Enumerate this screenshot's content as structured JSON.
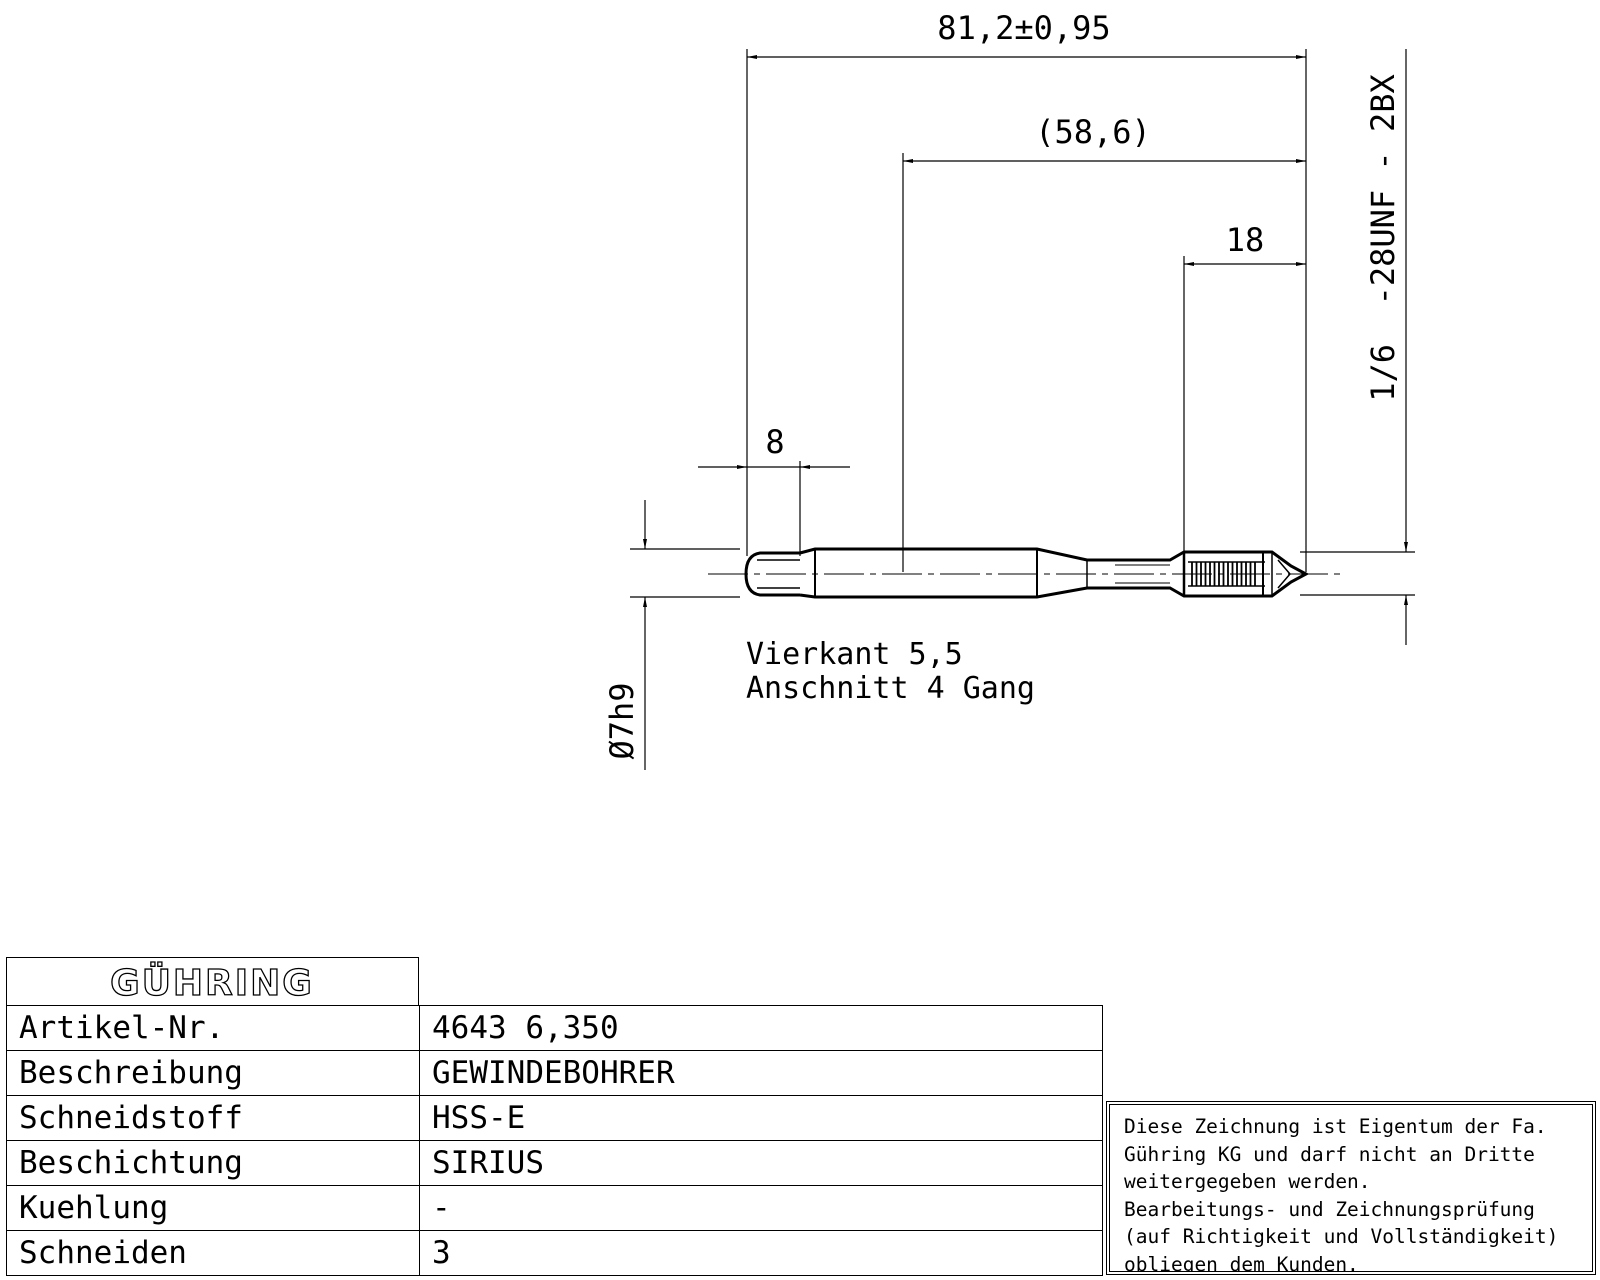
{
  "drawing": {
    "dimensions": {
      "overall_length": "81,2±0,95",
      "thread_body_length": "(58,6)",
      "thread_length": "18",
      "square_length": "8",
      "thread_spec": "1/6  -28UNF - 2BX",
      "shank_diameter": "Ø7h9"
    },
    "notes": {
      "line1": "Vierkant 5,5",
      "line2": "Anschnitt 4 Gang"
    }
  },
  "title_block": {
    "logo": "GÜHRING",
    "rows": [
      {
        "label": "Artikel-Nr.",
        "value": "4643 6,350"
      },
      {
        "label": "Beschreibung",
        "value": "GEWINDEBOHRER"
      },
      {
        "label": "Schneidstoff",
        "value": "HSS-E"
      },
      {
        "label": "Beschichtung",
        "value": "SIRIUS"
      },
      {
        "label": "Kuehlung",
        "value": "-"
      },
      {
        "label": "Schneiden",
        "value": "3"
      }
    ],
    "disclaimer": {
      "line1": "Diese Zeichnung ist Eigentum der Fa.",
      "line2": "Gühring KG und darf nicht an Dritte",
      "line3": "weitergegeben werden.",
      "line4": "Bearbeitungs- und Zeichnungsprüfung",
      "line5": "(auf Richtigkeit und Vollständigkeit)",
      "line6": "obliegen dem Kunden."
    }
  }
}
